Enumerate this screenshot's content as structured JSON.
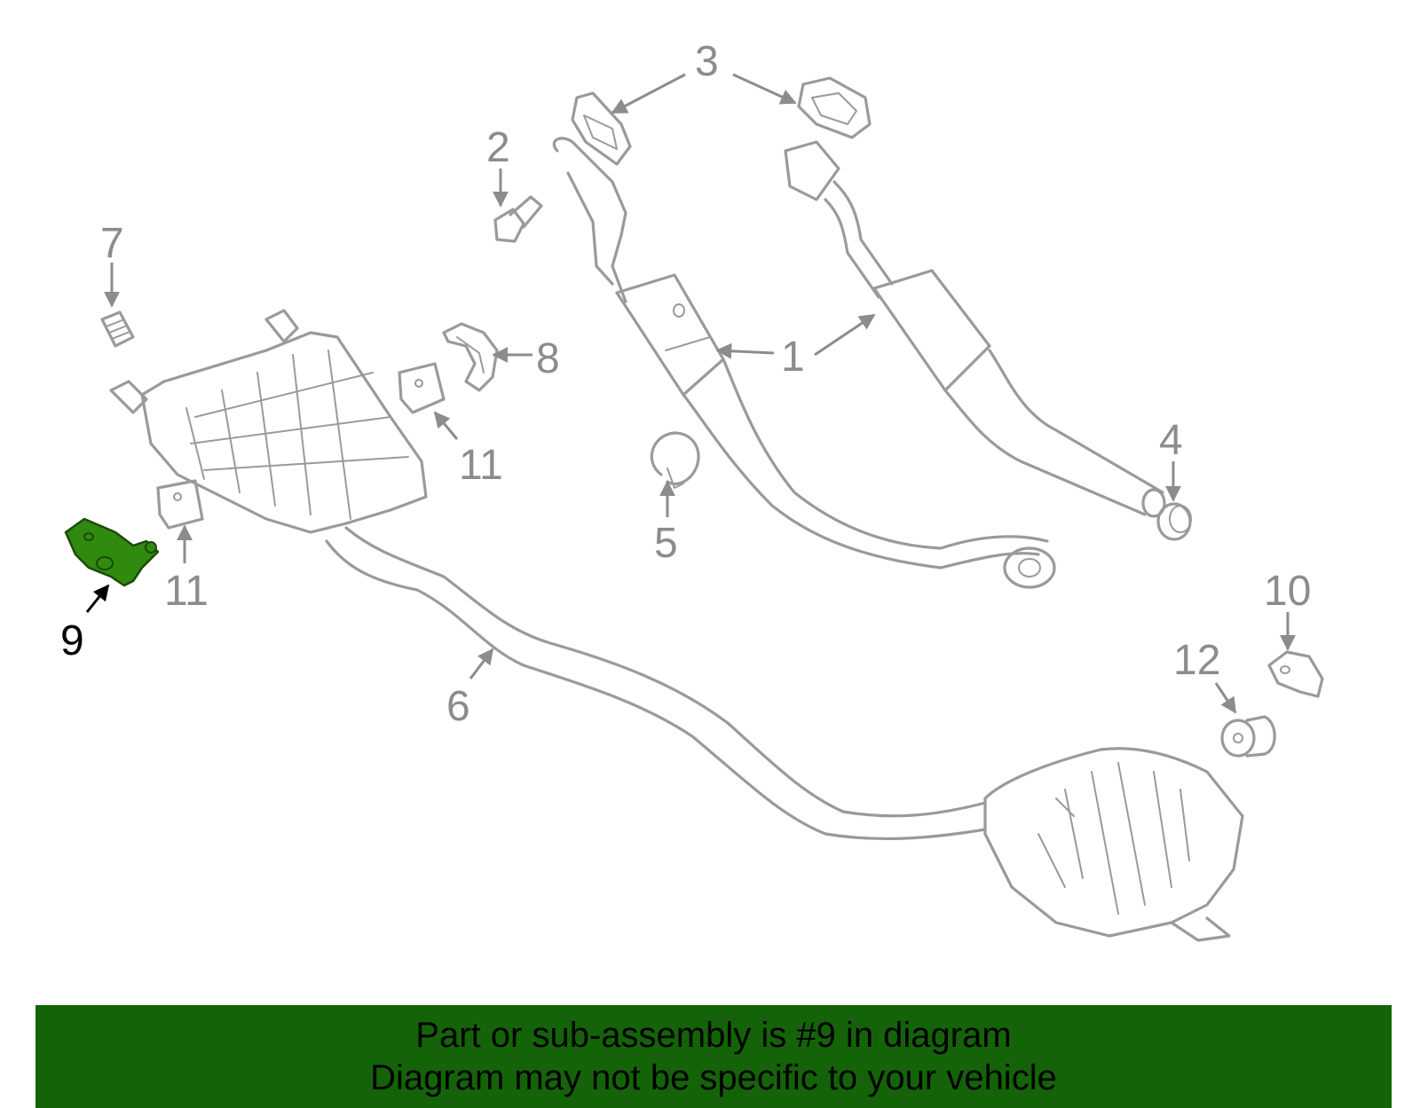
{
  "diagram": {
    "callouts": {
      "c1": "1",
      "c2": "2",
      "c3": "3",
      "c4": "4",
      "c5": "5",
      "c6": "6",
      "c7": "7",
      "c8": "8",
      "c9": "9",
      "c10": "10",
      "c11a": "11",
      "c11b": "11",
      "c12": "12"
    },
    "highlight_part": "9",
    "highlight_color": "#2f8a0e",
    "line_color": "#9a9a9a"
  },
  "banner": {
    "line1": "Part or sub-assembly is #9 in diagram",
    "line2": "Diagram may not be specific to your vehicle",
    "background": "#156309"
  }
}
